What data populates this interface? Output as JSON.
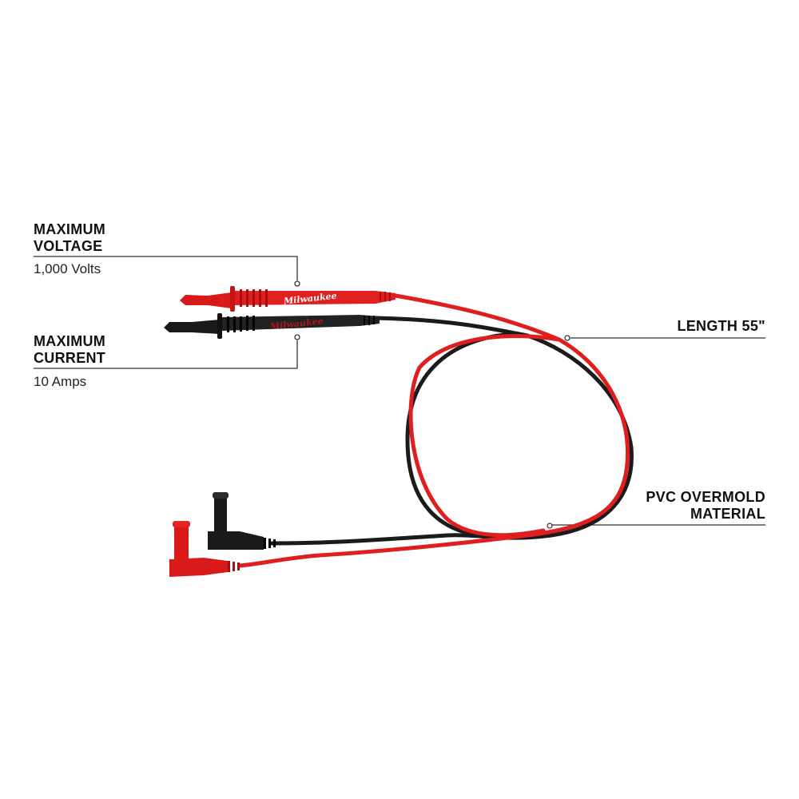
{
  "callouts": {
    "voltage": {
      "title_line1": "MAXIMUM",
      "title_line2": "VOLTAGE",
      "value": "1,000 Volts"
    },
    "current": {
      "title_line1": "MAXIMUM",
      "title_line2": "CURRENT",
      "value": "10 Amps"
    },
    "length": {
      "title": "LENGTH 55\""
    },
    "material": {
      "title_line1": "PVC OVERMOLD",
      "title_line2": "MATERIAL"
    }
  },
  "product": {
    "brand": "Milwaukee",
    "colors": {
      "red": "#e01e1e",
      "black": "#1b1b1b"
    }
  }
}
